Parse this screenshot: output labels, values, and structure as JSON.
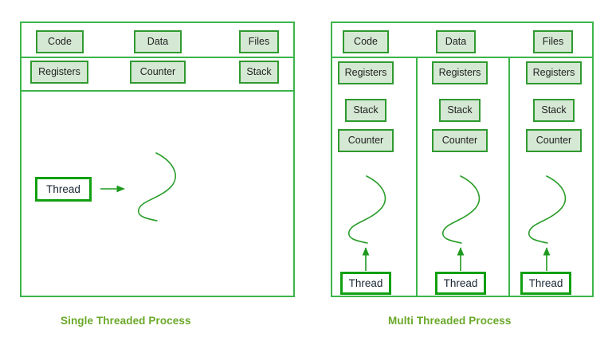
{
  "diagram": {
    "title_left": "Single Threaded Process",
    "title_right": "Multi Threaded Process",
    "colors": {
      "frame_green": "#3cb54a",
      "cell_fill": "#d5e8d4",
      "cell_border": "#2f9a2f",
      "thread_border": "#11a011",
      "caption_green": "#6aa829",
      "squiggle_green": "#2a9d2a",
      "background": "#ffffff",
      "label_text": "#222222"
    }
  },
  "single_threaded": {
    "caption": "Single Threaded Process",
    "row_top": [
      {
        "label": "Code"
      },
      {
        "label": "Data"
      },
      {
        "label": "Files"
      }
    ],
    "row_middle": [
      {
        "label": "Registers"
      },
      {
        "label": "Counter"
      },
      {
        "label": "Stack"
      }
    ],
    "thread": {
      "label": "Thread"
    }
  },
  "multi_threaded": {
    "caption": "Multi Threaded Process",
    "row_top": [
      {
        "label": "Code"
      },
      {
        "label": "Data"
      },
      {
        "label": "Files"
      }
    ],
    "columns": [
      {
        "items": [
          {
            "label": "Registers"
          },
          {
            "label": "Stack"
          },
          {
            "label": "Counter"
          }
        ],
        "thread": {
          "label": "Thread"
        }
      },
      {
        "items": [
          {
            "label": "Registers"
          },
          {
            "label": "Stack"
          },
          {
            "label": "Counter"
          }
        ],
        "thread": {
          "label": "Thread"
        }
      },
      {
        "items": [
          {
            "label": "Registers"
          },
          {
            "label": "Stack"
          },
          {
            "label": "Counter"
          }
        ],
        "thread": {
          "label": "Thread"
        }
      }
    ]
  }
}
